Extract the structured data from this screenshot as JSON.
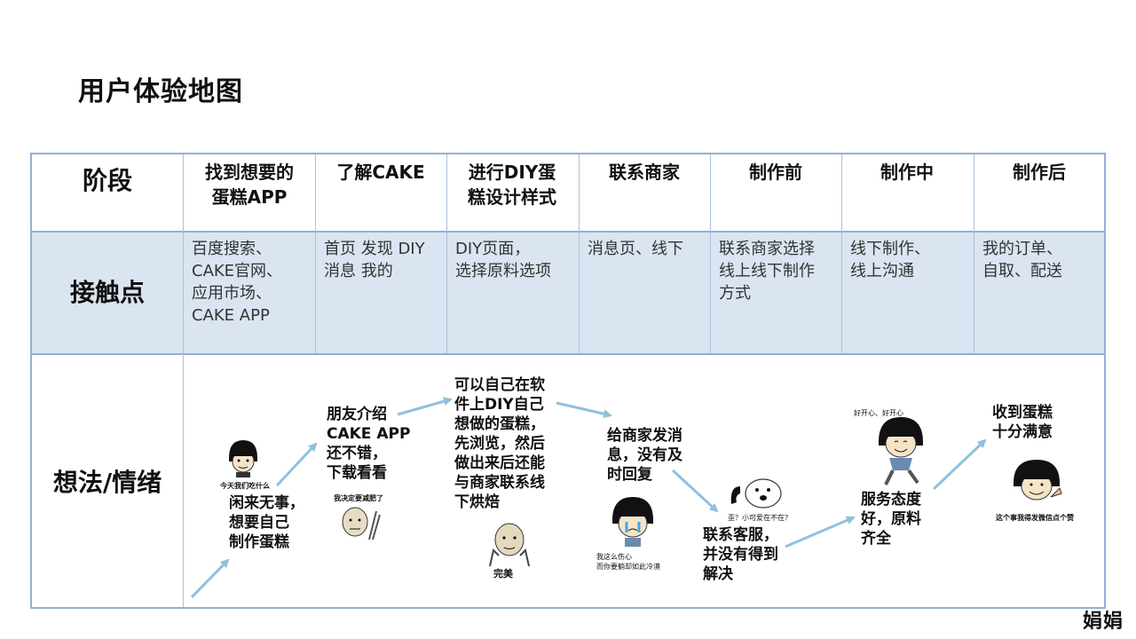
{
  "title": "用户体验地图",
  "row_headers": {
    "stage": "阶段",
    "touchpoint": "接触点",
    "feeling": "想法/情绪"
  },
  "stages": [
    "找到想要的\n蛋糕APP",
    "了解CAKE",
    "进行DIY蛋\n糕设计样式",
    "联系商家",
    "制作前",
    "制作中",
    "制作后"
  ],
  "touchpoints": [
    "百度搜索、\nCAKE官网、\n应用市场、\nCAKE APP",
    "首页 发现 DIY\n消息 我的",
    "DIY页面，\n选择原料选项",
    "消息页、线下",
    "联系商家选择\n线上线下制作\n方式",
    "线下制作、\n线上沟通",
    "我的订单、\n自取、配送"
  ],
  "thoughts": [
    "闲来无事，\n想要自己\n制作蛋糕",
    "朋友介绍\nCAKE APP\n还不错，\n下载看看",
    "可以自己在软\n件上DIY自己\n想做的蛋糕，\n先浏览，然后\n做出来后还能\n与商家联系线\n下烘焙",
    "给商家发消\n息，没有及\n时回复",
    "联系客服，\n并没有得到\n解决",
    "服务态度\n好，原料\n齐全",
    "收到蛋糕\n十分满意"
  ],
  "meme_captions": [
    "今天我们吃什么",
    "我决定要减肥了",
    "完美",
    "我这么伤心\n而你要躺却如此冷漠",
    "歪？小可爱在不在？",
    "好开心、好开心",
    "这个事我得发微信点个赞"
  ],
  "signature": "娟娟",
  "colors": {
    "grid_border": "#8fb1d6",
    "band": "#dae5f1",
    "arrow": "#8fc1de"
  }
}
